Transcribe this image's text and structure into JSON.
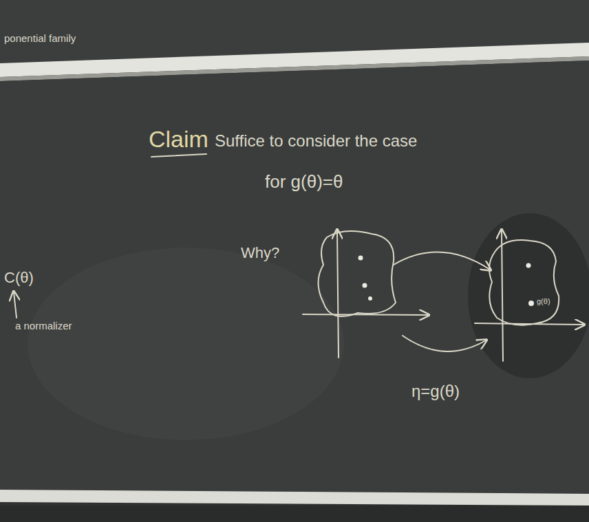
{
  "diagram": {
    "labels": [
      "ponential family",
      "Claim",
      "Suffice to consider the case",
      "for g(θ)=θ",
      "Why?",
      "C(θ)",
      "a normalizer",
      "g(θ)",
      "η=g(θ)"
    ]
  }
}
